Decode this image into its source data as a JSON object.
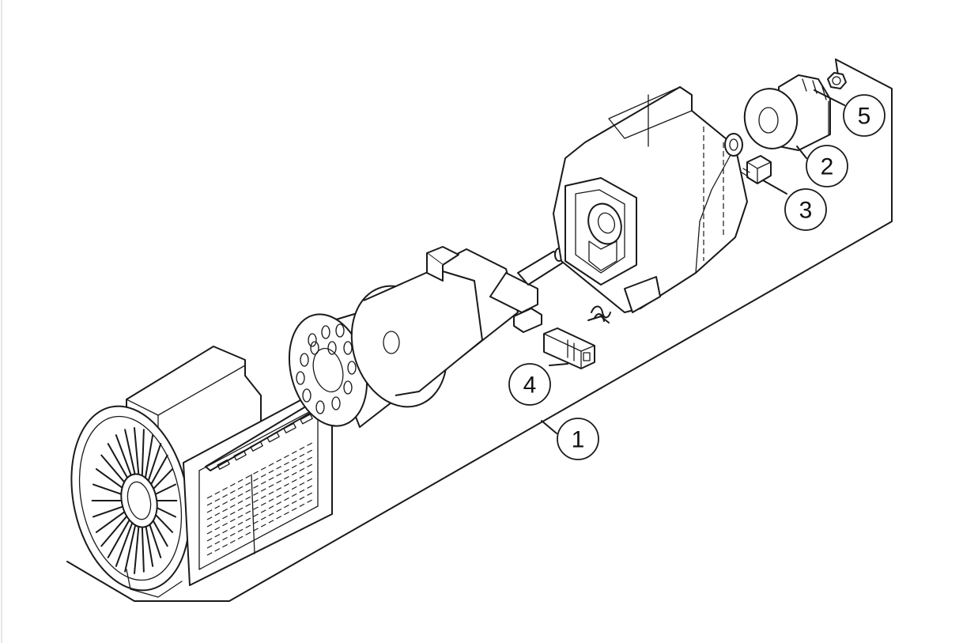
{
  "diagram": {
    "callouts": [
      {
        "id": "1",
        "label": "1"
      },
      {
        "id": "2",
        "label": "2"
      },
      {
        "id": "3",
        "label": "3"
      },
      {
        "id": "4",
        "label": "4"
      },
      {
        "id": "5",
        "label": "5"
      }
    ]
  },
  "colors": {
    "line": "#1a1a1a",
    "background": "#ffffff"
  }
}
